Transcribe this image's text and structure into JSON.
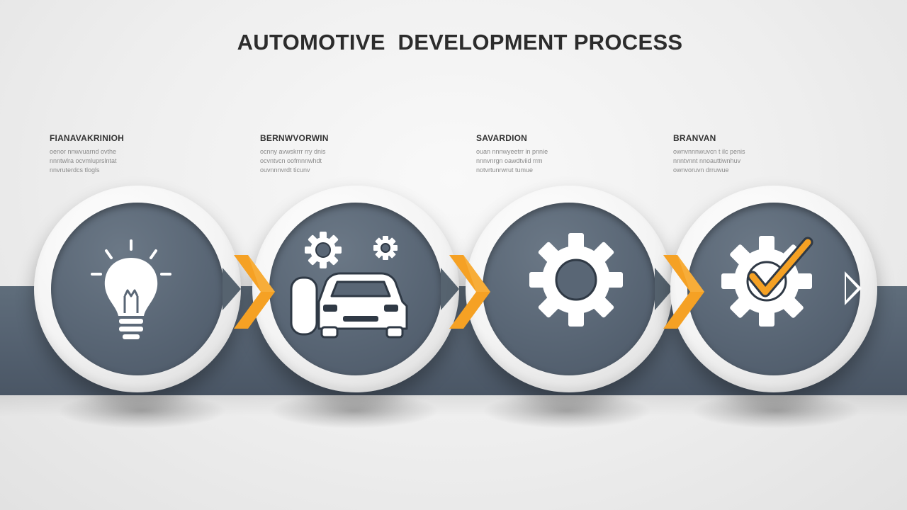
{
  "title": "AUTOMOTIVE  DEVELOPMENT PROCESS",
  "colors": {
    "accent": "#f5a124",
    "band": "#56636f",
    "disc_inner": "#596675",
    "icon": "#ffffff"
  },
  "steps": [
    {
      "title": "FIANAVAKRINIOH",
      "desc": "oenor nnwvuarnd ovthe\nnnntwlra ocvmluprslntat\nnnvruterdcs tlogls",
      "icon": "lightbulb-icon"
    },
    {
      "title": "BERNWVORWIN",
      "desc": "ocnny avwskrrr rry dnis\nocvntvcn oofmnnwhdt\nouvnnnvrdt ticunv",
      "icon": "car-gears-icon"
    },
    {
      "title": "SAVARDION",
      "desc": "ouan nnnwyeetrr in pnnie\nnnnvnrgn oawdtviid rrm\nnotvrtunrwrut tumue",
      "icon": "gear-icon"
    },
    {
      "title": "BRANVAN",
      "desc": "ownvnnnwuvcn t ilc penis\nnnntvnnt nnoauttiwnhuv\nownvoruvn drruwue",
      "icon": "gear-check-icon"
    }
  ]
}
